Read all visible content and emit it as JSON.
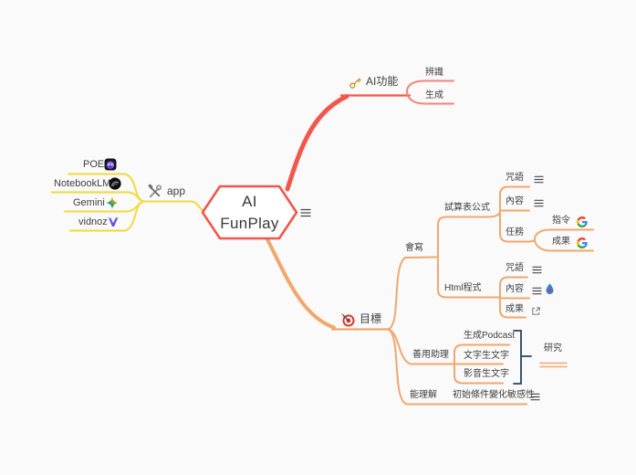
{
  "colors": {
    "background": "#fafafa",
    "branch_red": "#f4564d",
    "branch_red_light": "#f5837a",
    "branch_orange": "#f2a76d",
    "branch_yellow": "#f0dc52",
    "bracket_navy": "#26445e",
    "text": "#3f3f3f"
  },
  "central": {
    "line1": "AI",
    "line2": "FunPlay"
  },
  "branches": {
    "ai": {
      "label": "AI功能",
      "children": [
        {
          "label": "辨識"
        },
        {
          "label": "生成"
        }
      ]
    },
    "app": {
      "label": "app",
      "children": [
        {
          "label": "POE"
        },
        {
          "label": "NotebookLM"
        },
        {
          "label": "Gemini"
        },
        {
          "label": "vidnoz"
        }
      ]
    },
    "goal": {
      "label": "目標",
      "write": {
        "label": "會寫",
        "spreadsheet": {
          "label": "試算表公式",
          "spell": "咒語",
          "content": "內容",
          "task": {
            "label": "任務",
            "cmd": "指令",
            "result": "成果"
          }
        },
        "html": {
          "label": "Html程式",
          "spell": "咒語",
          "content": "內容",
          "result": "成果"
        }
      },
      "assistant": {
        "label": "善用助理",
        "podcast": "生成Podcast",
        "text2text": "文字生文字",
        "video2text": "影音生文字",
        "summary_label": "研究"
      },
      "understand": {
        "label": "能理解",
        "child": "初始條件變化敏感性"
      }
    }
  },
  "icons": {
    "key-icon": "gold key on AI功能",
    "tools-icon": "hammer and wrench on app",
    "target-icon": "dartboard on 目標",
    "poe-icon": "POE app logo",
    "notebooklm-icon": "NotebookLM logo",
    "gemini-icon": "Gemini four-point star",
    "vidnoz-icon": "vidnoz purple V",
    "google-icon": "Google G link marker",
    "notes-icon": "three-line notes marker",
    "droplet-icon": "blue droplet marker",
    "external-link-icon": "external link marker"
  }
}
